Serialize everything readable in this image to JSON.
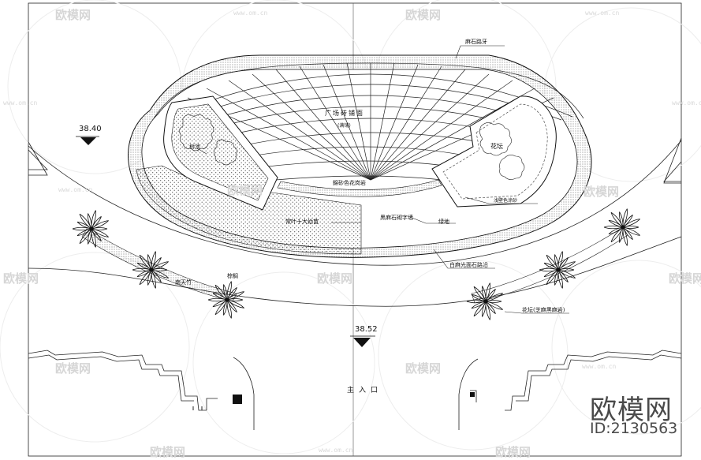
{
  "labels": {
    "curb_stone": "麻石路牙",
    "plaza_paving": "广场砖铺面",
    "herringbone": "(满铺)",
    "tree_pool": "树池",
    "flower_bed_right": "花坛",
    "rock_wall": "錦砂色花岗岩",
    "shrub_ring": "常叶十大幼苗",
    "granite_wall": "黑麻石砌字墙",
    "green_area": "绿地",
    "white_granite_curb": "白麻光面石路沿",
    "paint_rock": "浅壁色涂砂",
    "bamboo": "南天竹",
    "palm": "棕榈",
    "flower_bed_caption": "花坛(芝麻黑麻岩)",
    "main_entrance": "主入口"
  },
  "elevations": {
    "left": "38.40",
    "center": "38.52"
  },
  "watermark": {
    "brand": "欧模网",
    "url": "www.om.cn"
  },
  "branding": {
    "name": "欧模网",
    "id": "ID:2130563"
  }
}
